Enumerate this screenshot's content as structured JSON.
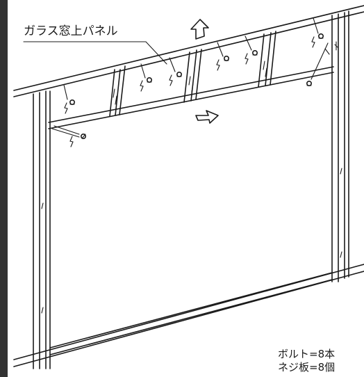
{
  "diagram": {
    "panel_label": "ガラス窓上パネル",
    "specs": [
      "ボルト=8本",
      "ネジ板=8個"
    ]
  },
  "colors": {
    "line": "#1a1a1a",
    "background": "#ffffff",
    "frame_border": "#333333"
  },
  "icons": [
    "arrow-up-icon",
    "arrow-down-right-icon",
    "bolt-icon",
    "lightning-mark-icon"
  ]
}
